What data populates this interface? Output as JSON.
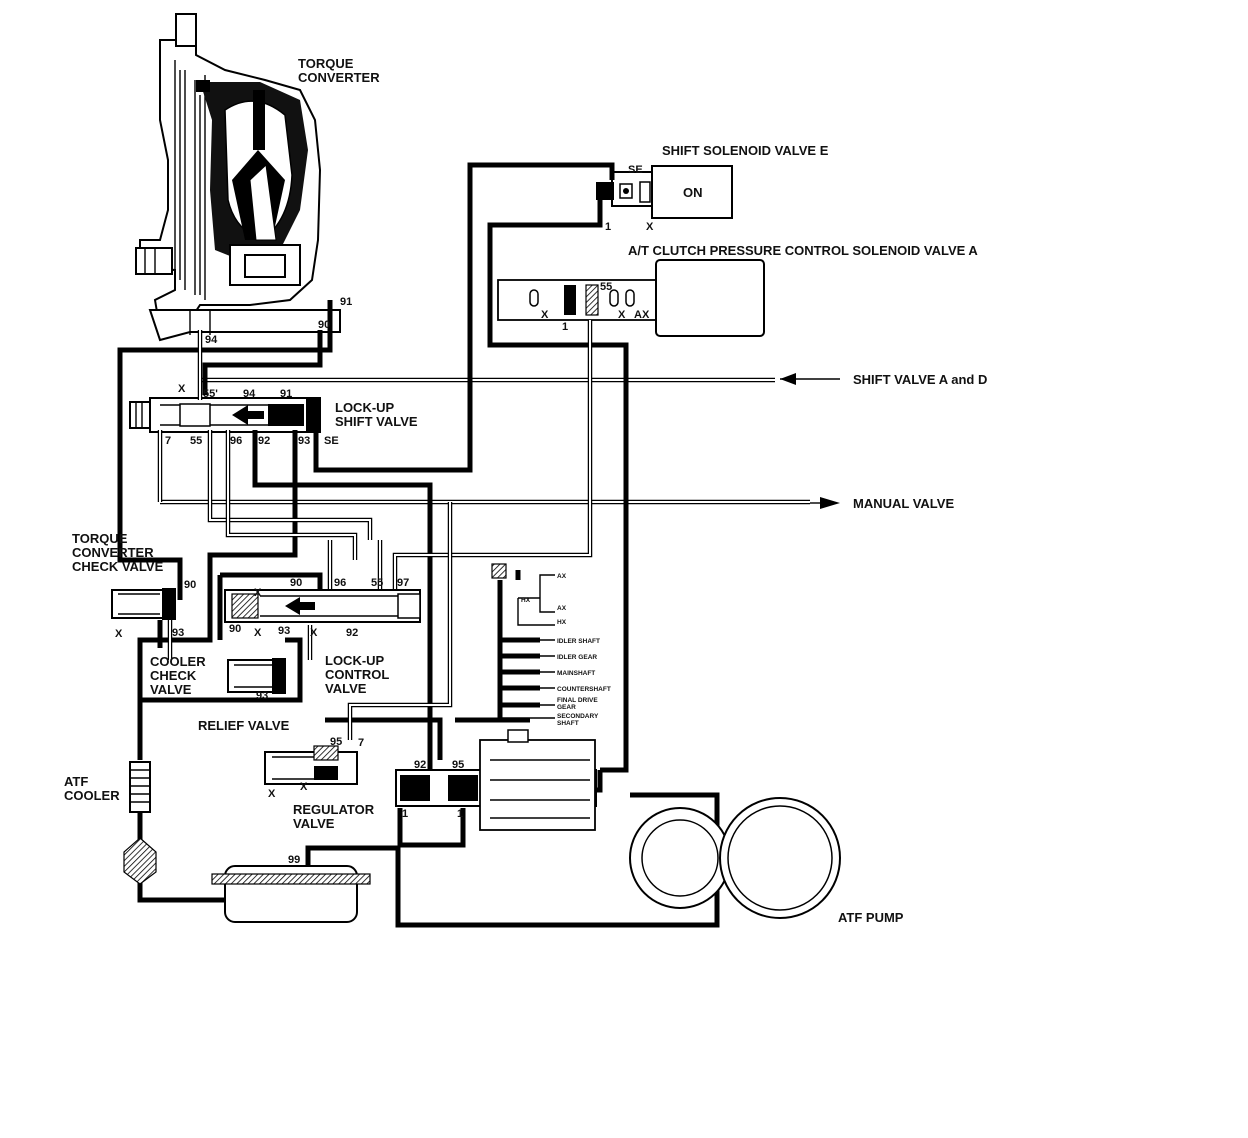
{
  "labels": {
    "torque_converter": [
      "TORQUE",
      "CONVERTER"
    ],
    "shift_solenoid_e": "SHIFT SOLENOID VALVE E",
    "solenoid_state": "ON",
    "pressure_solenoid_a": "A/T CLUTCH PRESSURE CONTROL SOLENOID VALVE A",
    "shift_valve_ad": "SHIFT VALVE A and D",
    "manual_valve": "MANUAL VALVE",
    "lockup_shift_valve": [
      "LOCK-UP",
      "SHIFT VALVE"
    ],
    "tc_check_valve": [
      "TORQUE",
      "CONVERTER",
      "CHECK VALVE"
    ],
    "cooler_check_valve": [
      "COOLER",
      "CHECK",
      "VALVE"
    ],
    "lockup_control_valve": [
      "LOCK-UP",
      "CONTROL",
      "VALVE"
    ],
    "relief_valve": "RELIEF VALVE",
    "atf_cooler": [
      "ATF",
      "COOLER"
    ],
    "regulator_valve": [
      "REGULATOR",
      "VALVE"
    ],
    "atf_pump": "ATF PUMP"
  },
  "lube_labels": [
    "IDLER SHAFT",
    "IDLER GEAR",
    "MAINSHAFT",
    "COUNTERSHAFT",
    "FINAL DRIVE",
    "GEAR",
    "SECONDARY",
    "SHAFT"
  ],
  "ax_labels": [
    "AX",
    "HX",
    "AX",
    "HX"
  ],
  "ports": {
    "p91a": "91",
    "p90a": "90",
    "p94a": "94",
    "se1": "SE",
    "one1": "1",
    "x1": "X",
    "p55a": "55",
    "x2": "X",
    "one2": "1",
    "x3": "X",
    "ax1": "AX",
    "x4": "X",
    "p55b": "55'",
    "p94b": "94",
    "p91b": "91",
    "p7a": "7",
    "p55c": "55",
    "p96a": "96",
    "p92a": "92",
    "p93a": "93",
    "se2": "SE",
    "p90b": "90",
    "x5": "X",
    "p93b": "93",
    "x6": "X",
    "p90c": "90",
    "p96b": "96",
    "p55d": "55",
    "p97": "97",
    "p90d": "90",
    "x7": "X",
    "p93c": "93",
    "x8": "X",
    "p92b": "92",
    "p93d": "93",
    "p95a": "95",
    "p7b": "7",
    "x9": "X",
    "x10": "X",
    "p92c": "92",
    "p95b": "95",
    "one3": "1",
    "one4": "1",
    "p99": "99"
  }
}
